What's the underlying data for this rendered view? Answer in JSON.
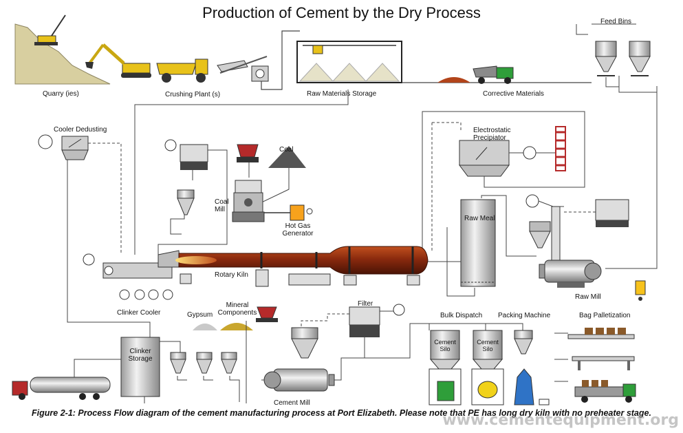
{
  "title": "Production of Cement by the Dry Process",
  "labels": {
    "quarry": "Quarry (ies)",
    "crushing": "Crushing Plant (s)",
    "raw_storage": "Raw Materials Storage",
    "corrective": "Corrective Materials",
    "feed_bins": "Feed Bins",
    "cooler_dedusting": "Cooler Dedusting",
    "esp": "Electrostatic Precipiator",
    "coal": "Coal",
    "coal_mill": "Coal Mill",
    "hot_gas": "Hot Gas Generator",
    "raw_meal": "Raw Meal",
    "rotary_kiln": "Rotary Kiln",
    "raw_mill": "Raw Mill",
    "clinker_cooler": "Clinker Cooler",
    "gypsum": "Gypsum",
    "mineral": "Mineral Components",
    "filter": "Filter",
    "bulk_dispatch": "Bulk Dispatch",
    "packing_machine": "Packing Machine",
    "bag_palletization": "Bag Palletization",
    "clinker_storage": "Clinker Storage",
    "cement_mill": "Cement Mill",
    "cement_silo_1": "Cement Silo",
    "cement_silo_2": "Cement Silo"
  },
  "caption": "Figure 2-1: Process Flow diagram of the cement manufacturing process at Port Elizabeth. Please note that PE has long dry kiln with no preheater stage.",
  "watermark": "www.cementequipment.org",
  "colors": {
    "line": "#444444",
    "kiln": "#8a2a0e",
    "equipment_grey": "#bfbfbf",
    "truck_yellow": "#e8c21a",
    "coal_dark": "#555555",
    "flame": "#f7a21c",
    "green_truck": "#2f9e3a",
    "red_hopper": "#b52a2a"
  }
}
